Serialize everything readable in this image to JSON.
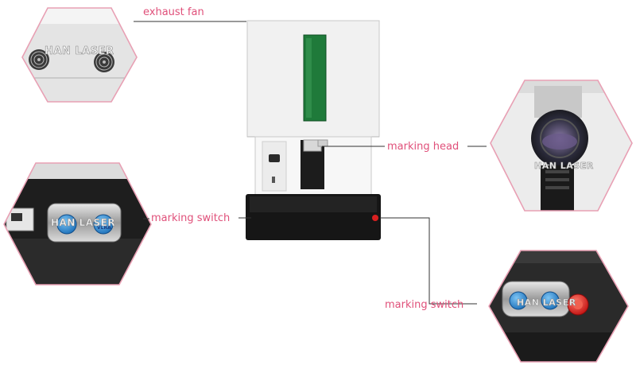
{
  "callouts": {
    "exhaust_fan": "exhaust fan",
    "marking_head": "marking head",
    "marking_switch_left": "marking switch",
    "marking_switch_right": "marking switch"
  },
  "watermark": "HAN LASER",
  "switch_label": "VLRA",
  "colors": {
    "callout_text": "#e0507a",
    "callout_frame": "#e8a0b4",
    "machine_body": "#f1f1f1",
    "viewing_window": "#1f7a3a",
    "base": "#161616",
    "button_blue": "#2a8fd8",
    "button_red": "#d92020"
  }
}
